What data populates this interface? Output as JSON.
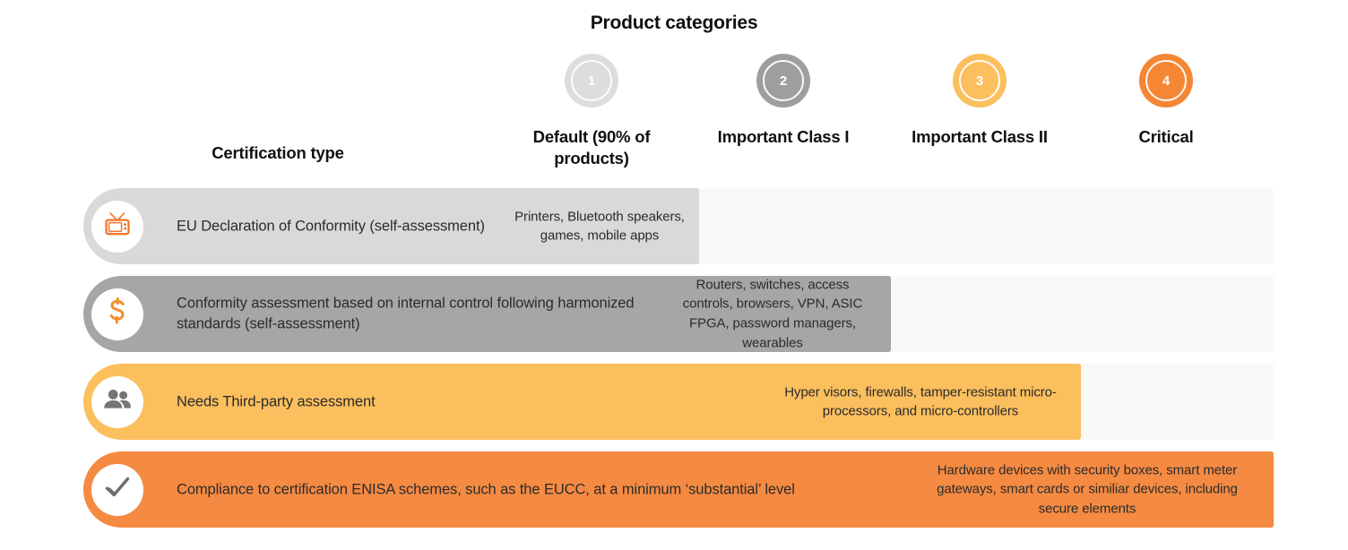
{
  "header": {
    "title": "Product categories",
    "cert_column_label": "Certification type",
    "columns": [
      {
        "number": "1",
        "label": "Default (90% of products)",
        "color": "#dddddd",
        "text_color": "#111111"
      },
      {
        "number": "2",
        "label": "Important Class I",
        "color": "#9e9e9e",
        "text_color": "#111111"
      },
      {
        "number": "3",
        "label": "Important Class II",
        "color": "#fbbf5e",
        "text_color": "#111111"
      },
      {
        "number": "4",
        "label": "Critical",
        "color": "#f58634",
        "text_color": "#111111"
      }
    ]
  },
  "rows": [
    {
      "icon": "television-icon",
      "icon_color": "#f0762b",
      "bar_color": "#d9d9d9",
      "label": "EU Declaration of Conformity (self-assessment)",
      "products": "Printers, Bluetooth speakers, games, mobile apps"
    },
    {
      "icon": "dollar-sign-icon",
      "icon_color": "#f0902b",
      "bar_color": "#a6a6a6",
      "label": "Conformity assessment based on internal control following harmonized standards (self-assessment)",
      "products": "Routers, switches, access controls, browsers, VPN, ASIC FPGA, password managers, wearables"
    },
    {
      "icon": "people-icon",
      "icon_color": "#757575",
      "bar_color": "#fbbf5e",
      "label": "Needs Third-party assessment",
      "products": "Hyper visors, firewalls, tamper-resistant micro-processors, and micro-controllers"
    },
    {
      "icon": "check-mark-icon",
      "icon_color": "#6e6e6e",
      "bar_color": "#f58a42",
      "label": "Compliance to certification ENISA schemes, such as the EUCC, at a minimum ‘substantial’ level",
      "products": "Hardware devices with security boxes, smart meter gateways, smart cards or similiar devices, including secure elements"
    }
  ],
  "palette": {
    "background": "#ffffff",
    "track": "#f9f9f9",
    "text": "#2b2b2b",
    "heading": "#111111"
  }
}
